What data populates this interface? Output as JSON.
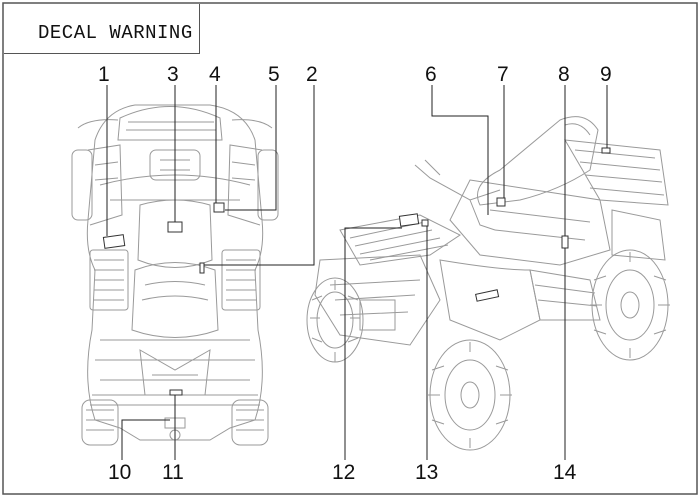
{
  "title": "DECAL WARNING",
  "callouts": [
    {
      "id": "1",
      "label": "1"
    },
    {
      "id": "3",
      "label": "3"
    },
    {
      "id": "4",
      "label": "4"
    },
    {
      "id": "5",
      "label": "5"
    },
    {
      "id": "2",
      "label": "2"
    },
    {
      "id": "6",
      "label": "6"
    },
    {
      "id": "7",
      "label": "7"
    },
    {
      "id": "8",
      "label": "8"
    },
    {
      "id": "9",
      "label": "9"
    },
    {
      "id": "10",
      "label": "10"
    },
    {
      "id": "11",
      "label": "11"
    },
    {
      "id": "12",
      "label": "12"
    },
    {
      "id": "13",
      "label": "13"
    },
    {
      "id": "14",
      "label": "14"
    }
  ],
  "colors": {
    "line": "#9a9a9a",
    "leader": "#222222",
    "frame": "#555555"
  }
}
